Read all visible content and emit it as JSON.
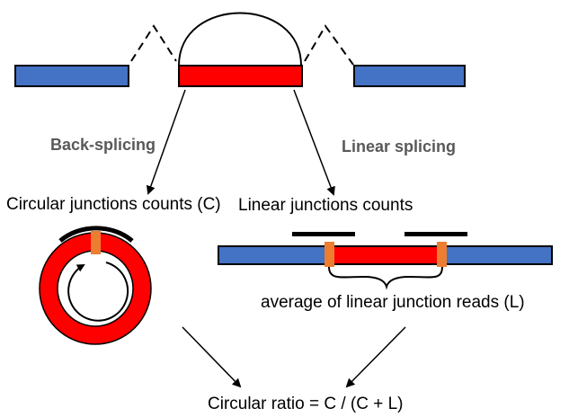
{
  "colors": {
    "exon_flank": "#4472C4",
    "exon_circ": "#FF0000",
    "junction": "#ED7D31",
    "line": "#000000",
    "label_gray": "#595959"
  },
  "labels": {
    "back_splicing": "Back-splicing",
    "linear_splicing": "Linear splicing",
    "circular_counts": "Circular junctions counts (C)",
    "linear_counts": "Linear junctions counts",
    "linear_average": "average of linear junction reads (L)",
    "formula": "Circular ratio = C / (C + L)"
  }
}
